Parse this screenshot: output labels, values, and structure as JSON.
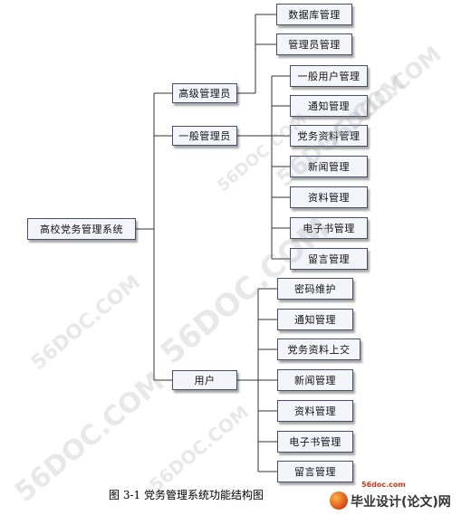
{
  "diagram": {
    "root": {
      "label": "高校党务管理系统"
    },
    "level1": [
      {
        "label": "高级管理员"
      },
      {
        "label": "一般管理员"
      },
      {
        "label": "用户"
      }
    ],
    "admin_children": [
      {
        "label": "数据库管理"
      },
      {
        "label": "管理员管理"
      }
    ],
    "general_children": [
      {
        "label": "一般用户管理"
      },
      {
        "label": "通知管理"
      },
      {
        "label": "党务资料管理"
      },
      {
        "label": "新闻管理"
      },
      {
        "label": "资料管理"
      },
      {
        "label": "电子书管理"
      },
      {
        "label": "留言管理"
      }
    ],
    "user_children": [
      {
        "label": "密码维护"
      },
      {
        "label": "通知管理"
      },
      {
        "label": "党务资料上交"
      },
      {
        "label": "新闻管理"
      },
      {
        "label": "资料管理"
      },
      {
        "label": "电子书管理"
      },
      {
        "label": "留言管理"
      }
    ]
  },
  "caption": "图 3-1    党务管理系统功能结构图",
  "watermark": "56DOC.COM",
  "footer": {
    "site": "56doc.com",
    "logo_text": "毕业设计(论文)网"
  }
}
